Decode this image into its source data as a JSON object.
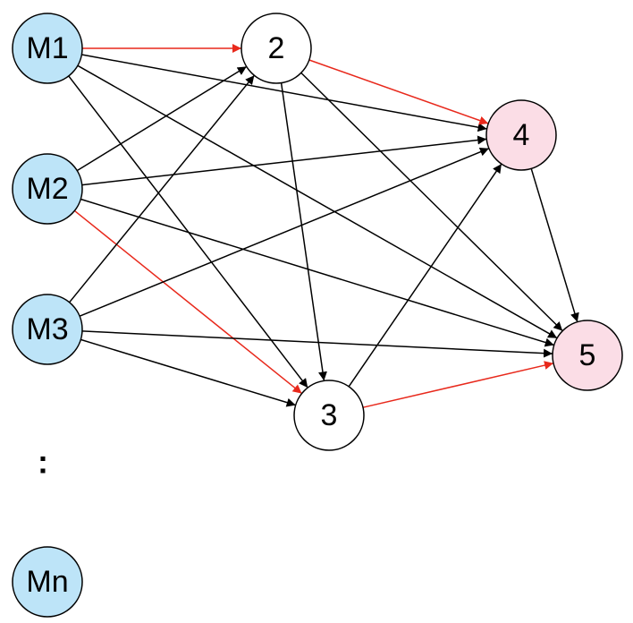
{
  "nodes": {
    "M1": {
      "label": "M1",
      "fill": "#bde4f8"
    },
    "M2": {
      "label": "M2",
      "fill": "#bde4f8"
    },
    "M3": {
      "label": "M3",
      "fill": "#bde4f8"
    },
    "Mn": {
      "label": "Mn",
      "fill": "#bde4f8"
    },
    "n2": {
      "label": "2",
      "fill": "#ffffff"
    },
    "n3": {
      "label": "3",
      "fill": "#ffffff"
    },
    "n4": {
      "label": "4",
      "fill": "#fbdde6"
    },
    "n5": {
      "label": "5",
      "fill": "#fbdde6"
    }
  },
  "ellipsis": ":",
  "edge_colors": {
    "default": "#000000",
    "highlight": "#e8291c"
  },
  "edges": [
    {
      "from": "M1",
      "to": "n2",
      "highlight": true
    },
    {
      "from": "M1",
      "to": "n4",
      "highlight": false
    },
    {
      "from": "M1",
      "to": "n5",
      "highlight": false
    },
    {
      "from": "M1",
      "to": "n3",
      "highlight": false
    },
    {
      "from": "M2",
      "to": "n2",
      "highlight": false
    },
    {
      "from": "M2",
      "to": "n4",
      "highlight": false
    },
    {
      "from": "M2",
      "to": "n5",
      "highlight": false
    },
    {
      "from": "M2",
      "to": "n3",
      "highlight": true
    },
    {
      "from": "M3",
      "to": "n2",
      "highlight": false
    },
    {
      "from": "M3",
      "to": "n4",
      "highlight": false
    },
    {
      "from": "M3",
      "to": "n5",
      "highlight": false
    },
    {
      "from": "M3",
      "to": "n3",
      "highlight": false
    },
    {
      "from": "n2",
      "to": "n4",
      "highlight": true
    },
    {
      "from": "n2",
      "to": "n5",
      "highlight": false
    },
    {
      "from": "n2",
      "to": "n3",
      "highlight": false
    },
    {
      "from": "n3",
      "to": "n4",
      "highlight": false
    },
    {
      "from": "n3",
      "to": "n5",
      "highlight": true
    },
    {
      "from": "n4",
      "to": "n5",
      "highlight": false
    }
  ]
}
